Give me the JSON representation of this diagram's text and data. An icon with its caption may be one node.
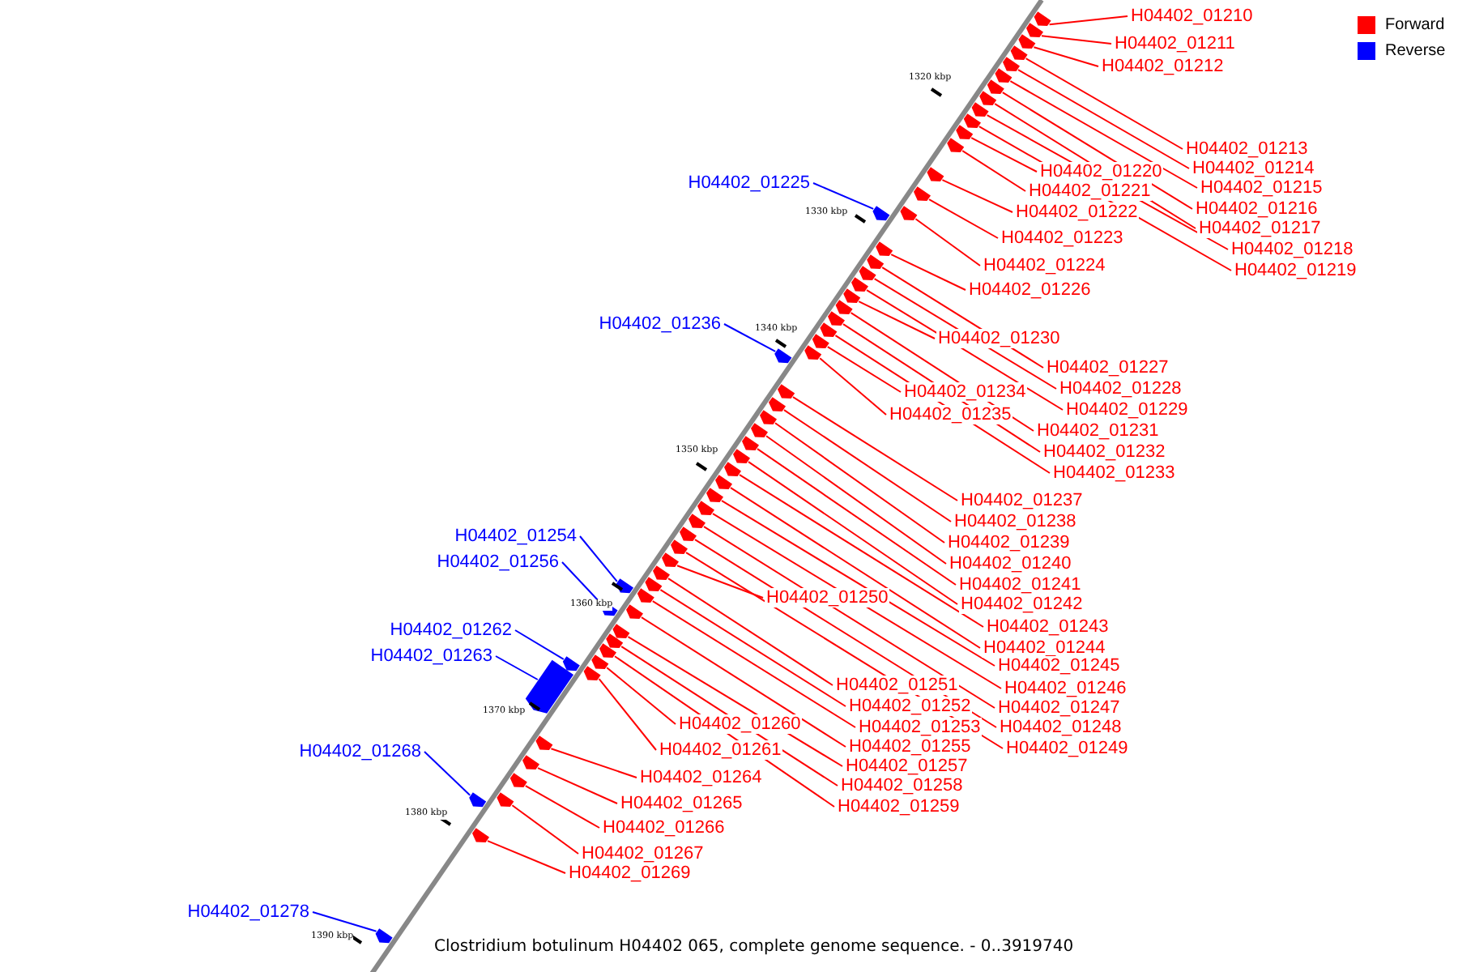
{
  "diagram": {
    "caption": "Clostridium botulinum H04402 065, complete genome sequence. - 0..3919740",
    "nodes": [
      {
        "text": [
          "H04402_01210"
        ]
      },
      {
        "text": [
          "H04402_01211"
        ]
      },
      {
        "text": [
          "H04402_01212"
        ]
      },
      {
        "text": [
          "H04402_01213"
        ]
      },
      {
        "text": [
          "H04402_01214"
        ]
      },
      {
        "text": [
          "H04402_01215"
        ]
      },
      {
        "text": [
          "H04402_01216"
        ]
      },
      {
        "text": [
          "H04402_01217"
        ]
      },
      {
        "text": [
          "H04402_01218"
        ]
      },
      {
        "text": [
          "H04402_01219"
        ]
      },
      {
        "text": [
          "H04402_01220"
        ]
      },
      {
        "text": [
          "H04402_01221"
        ]
      },
      {
        "text": [
          "H04402_01222"
        ]
      },
      {
        "text": [
          "H04402_01223"
        ]
      },
      {
        "text": [
          "H04402_01224"
        ]
      },
      {
        "text": [
          "H04402_01225"
        ]
      },
      {
        "text": [
          "H04402_01226"
        ]
      },
      {
        "text": [
          "H04402_01227"
        ]
      },
      {
        "text": [
          "H04402_01228"
        ]
      },
      {
        "text": [
          "H04402_01229"
        ]
      },
      {
        "text": [
          "H04402_01230"
        ]
      },
      {
        "text": [
          "H04402_01231"
        ]
      },
      {
        "text": [
          "H04402_01232"
        ]
      },
      {
        "text": [
          "H04402_01233"
        ]
      },
      {
        "text": [
          "H04402_01234"
        ]
      },
      {
        "text": [
          "H04402_01235"
        ]
      },
      {
        "text": [
          "H04402_01236"
        ]
      },
      {
        "text": [
          "H04402_01237"
        ]
      },
      {
        "text": [
          "H04402_01238"
        ]
      },
      {
        "text": [
          "H04402_01239"
        ]
      },
      {
        "text": [
          "H04402_01240"
        ]
      },
      {
        "text": [
          "H04402_01241"
        ]
      },
      {
        "text": [
          "H04402_01242"
        ]
      },
      {
        "text": [
          "H04402_01243"
        ]
      },
      {
        "text": [
          "H04402_01244"
        ]
      },
      {
        "text": [
          "H04402_01245"
        ]
      },
      {
        "text": [
          "H04402_01246"
        ]
      },
      {
        "text": [
          "H04402_01247"
        ]
      },
      {
        "text": [
          "H04402_01248"
        ]
      },
      {
        "text": [
          "H04402_01249"
        ]
      },
      {
        "text": [
          "H04402_01250"
        ]
      },
      {
        "text": [
          "H04402_01251"
        ]
      },
      {
        "text": [
          "H04402_01252"
        ]
      },
      {
        "text": [
          "H04402_01253"
        ]
      },
      {
        "text": [
          "H04402_01254"
        ]
      },
      {
        "text": [
          "H04402_01255"
        ]
      },
      {
        "text": [
          "H04402_01256"
        ]
      },
      {
        "text": [
          "H04402_01257"
        ]
      },
      {
        "text": [
          "H04402_01258"
        ]
      },
      {
        "text": [
          "H04402_01259"
        ]
      },
      {
        "text": [
          "H04402_01260"
        ]
      },
      {
        "text": [
          "H04402_01261"
        ]
      },
      {
        "text": [
          "H04402_01262"
        ]
      },
      {
        "text": [
          "H04402_01263"
        ]
      },
      {
        "text": [
          "H04402_01264"
        ]
      },
      {
        "text": [
          "H04402_01265"
        ]
      },
      {
        "text": [
          "H04402_01266"
        ]
      },
      {
        "text": [
          "H04402_01267"
        ]
      },
      {
        "text": [
          "H04402_01268"
        ]
      },
      {
        "text": [
          "H04402_01269"
        ]
      },
      {
        "text": [
          "H04402_01278"
        ]
      },
      {
        "text": [],
        "shape": "arrow"
      },
      {
        "text": [],
        "shape": "arrow"
      },
      {
        "text": [],
        "shape": "arrow"
      },
      {
        "text": [],
        "shape": "arrow"
      },
      {
        "text": [],
        "shape": "arrow"
      },
      {
        "text": [],
        "shape": "arrow"
      },
      {
        "text": [],
        "shape": "arrow"
      },
      {
        "text": [],
        "shape": "arrow"
      },
      {
        "text": [],
        "shape": "arrow"
      },
      {
        "text": [],
        "shape": "arrow"
      },
      {
        "text": [],
        "shape": "arrow"
      },
      {
        "text": [],
        "shape": "arrow"
      },
      {
        "text": [],
        "shape": "arrow"
      },
      {
        "text": [],
        "shape": "arrow"
      },
      {
        "text": [],
        "shape": "arrow"
      },
      {
        "text": [],
        "shape": "arrow"
      },
      {
        "text": [],
        "shape": "arrow"
      },
      {
        "text": [],
        "shape": "arrow"
      },
      {
        "text": [],
        "shape": "arrow"
      },
      {
        "text": [],
        "shape": "arrow"
      },
      {
        "text": [],
        "shape": "arrow"
      },
      {
        "text": [],
        "shape": "arrow"
      },
      {
        "text": [],
        "shape": "arrow"
      },
      {
        "text": [],
        "shape": "arrow"
      },
      {
        "text": [],
        "shape": "arrow"
      },
      {
        "text": [],
        "shape": "arrow"
      },
      {
        "text": [],
        "shape": "arrow"
      },
      {
        "text": [],
        "shape": "arrow"
      },
      {
        "text": [],
        "shape": "arrow"
      },
      {
        "text": [],
        "shape": "arrow"
      },
      {
        "text": [],
        "shape": "arrow"
      },
      {
        "text": [],
        "shape": "arrow"
      },
      {
        "text": [],
        "shape": "arrow"
      },
      {
        "text": [],
        "shape": "arrow"
      },
      {
        "text": [],
        "shape": "arrow"
      },
      {
        "text": [],
        "shape": "arrow"
      },
      {
        "text": [],
        "shape": "arrow"
      },
      {
        "text": [],
        "shape": "arrow"
      },
      {
        "text": [],
        "shape": "arrow"
      },
      {
        "text": [],
        "shape": "arrow"
      },
      {
        "text": [],
        "shape": "arrow"
      },
      {
        "text": [],
        "shape": "arrow"
      },
      {
        "text": [],
        "shape": "arrow"
      },
      {
        "text": [],
        "shape": "arrow"
      },
      {
        "text": [],
        "shape": "arrow"
      },
      {
        "text": [],
        "shape": "arrow"
      },
      {
        "text": [],
        "shape": "arrow"
      },
      {
        "text": [],
        "shape": "arrow"
      },
      {
        "text": [],
        "shape": "arrow"
      },
      {
        "text": [],
        "shape": "arrow"
      },
      {
        "text": [],
        "shape": "arrow"
      },
      {
        "text": [],
        "shape": "arrow"
      },
      {
        "text": [],
        "shape": "arrow"
      },
      {
        "text": [],
        "shape": "arrow"
      },
      {
        "text": [],
        "shape": "arrow"
      },
      {
        "text": [],
        "shape": "arrow"
      },
      {
        "text": [],
        "shape": "arrow"
      },
      {
        "text": [],
        "shape": "arrow"
      },
      {
        "text": [],
        "shape": "arrow"
      },
      {
        "text": [],
        "shape": "arrow"
      },
      {
        "text": [],
        "shape": "arrow"
      }
    ],
    "edges": [
      {
        "from": 0,
        "to": 61,
        "arrow": "none"
      },
      {
        "from": 1,
        "to": 62,
        "arrow": "none"
      },
      {
        "from": 2,
        "to": 63,
        "arrow": "none"
      },
      {
        "from": 3,
        "to": 64,
        "arrow": "none"
      },
      {
        "from": 4,
        "to": 65,
        "arrow": "none"
      },
      {
        "from": 5,
        "to": 66,
        "arrow": "none"
      },
      {
        "from": 6,
        "to": 67,
        "arrow": "none"
      },
      {
        "from": 7,
        "to": 68,
        "arrow": "none"
      },
      {
        "from": 8,
        "to": 69,
        "arrow": "none"
      },
      {
        "from": 9,
        "to": 70,
        "arrow": "none"
      },
      {
        "from": 10,
        "to": 71,
        "arrow": "none"
      },
      {
        "from": 11,
        "to": 72,
        "arrow": "none"
      },
      {
        "from": 12,
        "to": 73,
        "arrow": "none"
      },
      {
        "from": 13,
        "to": 74,
        "arrow": "none"
      },
      {
        "from": 14,
        "to": 75,
        "arrow": "none"
      },
      {
        "from": 15,
        "to": 76,
        "arrow": "none",
        "color": "#0000ff"
      },
      {
        "from": 16,
        "to": 77,
        "arrow": "none"
      },
      {
        "from": 17,
        "to": 78,
        "arrow": "none"
      },
      {
        "from": 18,
        "to": 79,
        "arrow": "none"
      },
      {
        "from": 19,
        "to": 80,
        "arrow": "none"
      },
      {
        "from": 20,
        "to": 81,
        "arrow": "none"
      },
      {
        "from": 21,
        "to": 82,
        "arrow": "none"
      },
      {
        "from": 22,
        "to": 83,
        "arrow": "none"
      },
      {
        "from": 23,
        "to": 84,
        "arrow": "none"
      },
      {
        "from": 24,
        "to": 85,
        "arrow": "none"
      },
      {
        "from": 25,
        "to": 86,
        "arrow": "none"
      },
      {
        "from": 26,
        "to": 87,
        "arrow": "none",
        "color": "#0000ff"
      },
      {
        "from": 27,
        "to": 88,
        "arrow": "none"
      },
      {
        "from": 28,
        "to": 89,
        "arrow": "none"
      },
      {
        "from": 29,
        "to": 90,
        "arrow": "none"
      },
      {
        "from": 30,
        "to": 91,
        "arrow": "none"
      },
      {
        "from": 31,
        "to": 92,
        "arrow": "none"
      },
      {
        "from": 32,
        "to": 93,
        "arrow": "none"
      },
      {
        "from": 33,
        "to": 94,
        "arrow": "none"
      },
      {
        "from": 34,
        "to": 95,
        "arrow": "none"
      },
      {
        "from": 35,
        "to": 96,
        "arrow": "none"
      },
      {
        "from": 36,
        "to": 97,
        "arrow": "none"
      },
      {
        "from": 37,
        "to": 98,
        "arrow": "none"
      },
      {
        "from": 38,
        "to": 99,
        "arrow": "none"
      },
      {
        "from": 39,
        "to": 100,
        "arrow": "none"
      },
      {
        "from": 40,
        "to": 101,
        "arrow": "none"
      },
      {
        "from": 41,
        "to": 102,
        "arrow": "none"
      },
      {
        "from": 42,
        "to": 103,
        "arrow": "none"
      },
      {
        "from": 43,
        "to": 104,
        "arrow": "none"
      },
      {
        "from": 44,
        "to": 105,
        "arrow": "none",
        "color": "#0000ff"
      },
      {
        "from": 45,
        "to": 106,
        "arrow": "none"
      },
      {
        "from": 46,
        "to": 107,
        "arrow": "none",
        "color": "#0000ff"
      },
      {
        "from": 47,
        "to": 108,
        "arrow": "none"
      },
      {
        "from": 48,
        "to": 109,
        "arrow": "none"
      },
      {
        "from": 49,
        "to": 110,
        "arrow": "none"
      },
      {
        "from": 50,
        "to": 111,
        "arrow": "none"
      },
      {
        "from": 51,
        "to": 112,
        "arrow": "none"
      },
      {
        "from": 52,
        "to": 113,
        "arrow": "none",
        "color": "#0000ff"
      },
      {
        "from": 53,
        "to": 114,
        "arrow": "none",
        "color": "#0000ff"
      },
      {
        "from": 54,
        "to": 115,
        "arrow": "none"
      },
      {
        "from": 55,
        "to": 116,
        "arrow": "none"
      },
      {
        "from": 56,
        "to": 117,
        "arrow": "none"
      },
      {
        "from": 57,
        "to": 118,
        "arrow": "none"
      },
      {
        "from": 58,
        "to": 119,
        "arrow": "none",
        "color": "#0000ff"
      },
      {
        "from": 59,
        "to": 120,
        "arrow": "none"
      },
      {
        "from": 60,
        "to": 121,
        "arrow": "none",
        "color": "#0000ff"
      }
    ],
    "labels": [
      "1320 kbp",
      "1330 kbp",
      "1340 kbp",
      "1350 kbp",
      "1360 kbp",
      "1370 kbp",
      "1380 kbp",
      "1390 kbp"
    ],
    "legend": [
      {
        "text": "Forward",
        "color": "#ff0000"
      },
      {
        "text": "Reverse",
        "color": "#0000ff"
      }
    ]
  }
}
